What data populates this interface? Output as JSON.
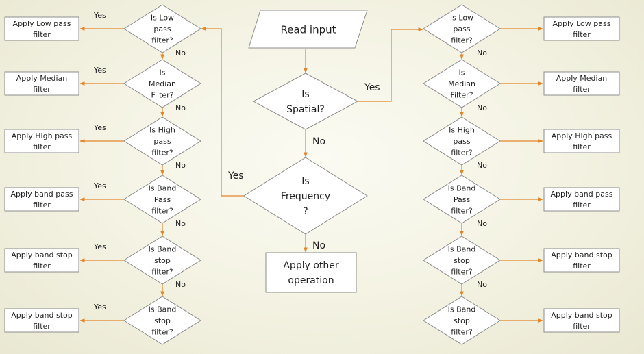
{
  "center": {
    "read": "Read input",
    "spatial": [
      "Is",
      "Spatial?"
    ],
    "frequency": [
      "Is",
      "Frequency",
      "?"
    ],
    "other": [
      "Apply other",
      "operation"
    ],
    "yes_spatial": "Yes",
    "no_spatial": "No",
    "yes_frequency": "Yes",
    "no_frequency": "No"
  },
  "left": {
    "decisions": [
      [
        "Is Low",
        "pass",
        "filter?"
      ],
      [
        "Is",
        "Median",
        "Filter?"
      ],
      [
        "Is High",
        "pass",
        "filter?"
      ],
      [
        "Is Band",
        "Pass",
        "filter?"
      ],
      [
        "Is Band",
        "stop",
        "filter?"
      ],
      [
        "Is Band",
        "stop",
        "filter?"
      ]
    ],
    "actions": [
      [
        "Apply Low pass",
        "filter"
      ],
      [
        "Apply Median",
        "filter"
      ],
      [
        "Apply High pass",
        "filter"
      ],
      [
        "Apply band pass",
        "filter"
      ],
      [
        "Apply band stop",
        "filter"
      ],
      [
        "Apply band stop",
        "filter"
      ]
    ]
  },
  "right": {
    "decisions": [
      [
        "Is Low",
        "pass",
        "filter?"
      ],
      [
        "Is",
        "Median",
        "Filter?"
      ],
      [
        "Is High",
        "pass",
        "filter?"
      ],
      [
        "Is Band",
        "Pass",
        "filter?"
      ],
      [
        "Is Band",
        "stop",
        "filter?"
      ],
      [
        "Is Band",
        "stop",
        "filter?"
      ]
    ],
    "actions": [
      [
        "Apply Low pass",
        "filter"
      ],
      [
        "Apply Median",
        "filter"
      ],
      [
        "Apply High pass",
        "filter"
      ],
      [
        "Apply band pass",
        "filter"
      ],
      [
        "Apply band stop",
        "filter"
      ],
      [
        "Apply band stop",
        "filter"
      ]
    ]
  },
  "labels": {
    "yes": "Yes",
    "no": "No"
  },
  "colors": {
    "edge": "#e2862a",
    "node_fill": "#ffffff",
    "node_stroke": "#8c8c8c",
    "text": "#1f1f1f"
  }
}
